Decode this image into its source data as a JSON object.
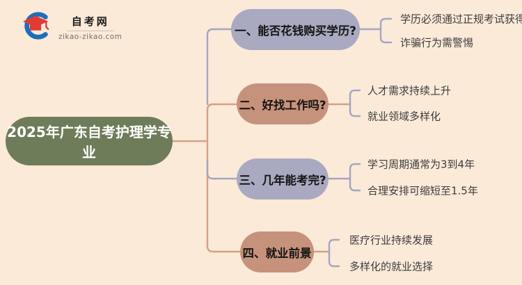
{
  "logo": {
    "site_name": "自考网",
    "site_url": "zikao-zikao.com",
    "icon": "graduation-cap-icon",
    "icon_colors": {
      "cap_red": "#e23a35",
      "swoosh_blue": "#1d6fba"
    }
  },
  "root": {
    "label": "2025年广东自考护理学专业",
    "color": "#6e7c59",
    "text_color": "#ffffff"
  },
  "branches": [
    {
      "label": "一、能否花钱购买学历?",
      "color": "#a9a9c1",
      "items": [
        "学历必须通过正规考试获得",
        "诈骗行为需警惕"
      ]
    },
    {
      "label": "二、好找工作吗?",
      "color": "#c7927b",
      "items": [
        "人才需求持续上升",
        "就业领域多样化"
      ]
    },
    {
      "label": "三、几年能考完?",
      "color": "#a9a9c1",
      "items": [
        "学习周期通常为3到4年",
        "合理安排可缩短至1.5年"
      ]
    },
    {
      "label": "四、就业前景",
      "color": "#c7927b",
      "items": [
        "医疗行业持续发展",
        "多样化的就业选择"
      ]
    }
  ],
  "palette": {
    "background": "#fcead9",
    "connector_tan": "#d2a184",
    "connector_gray": "#a2a6c2",
    "item_text": "#3c3c3c"
  }
}
